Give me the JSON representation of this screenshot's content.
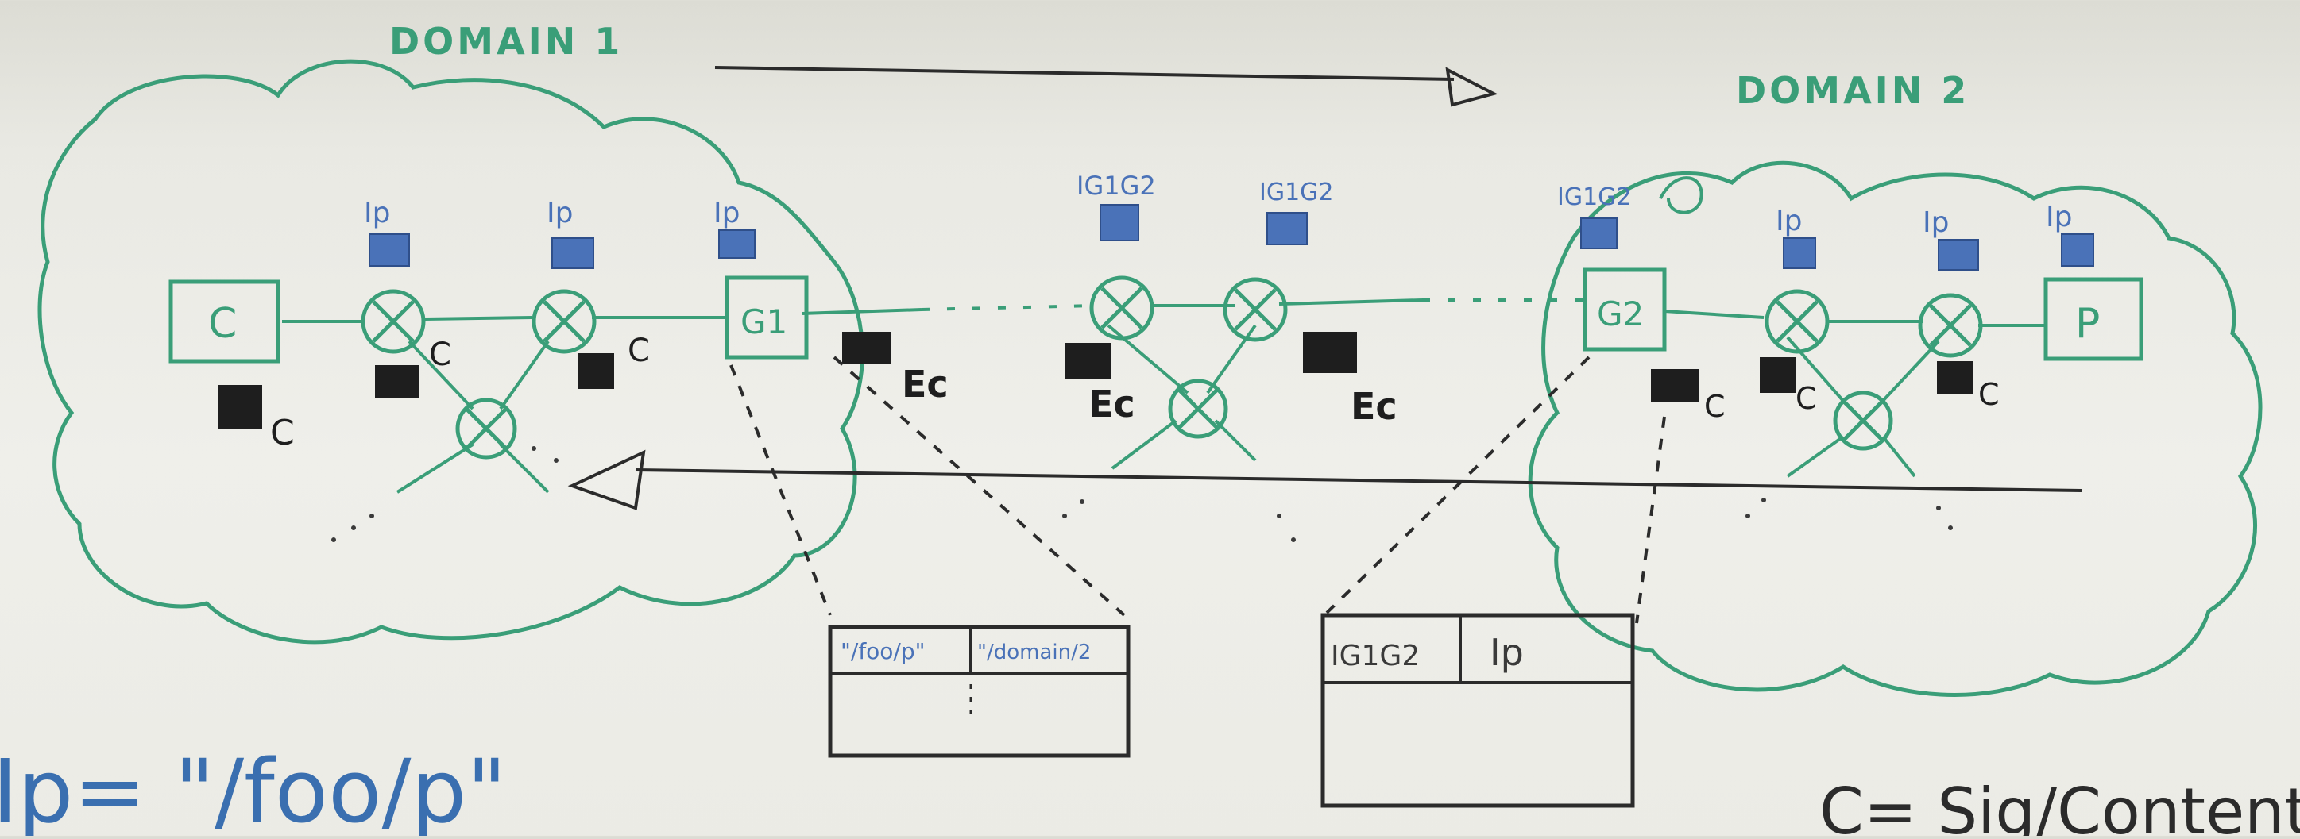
{
  "domains": {
    "left": "DOMAIN 1",
    "right": "DOMAIN 2"
  },
  "nodes": {
    "consumer": "C",
    "producer": "P",
    "gateway1": "G1",
    "gateway2": "G2"
  },
  "labels": {
    "ip": "Ip",
    "ig1g2": "IG1G2",
    "c": "C",
    "ec": "Ec"
  },
  "packet_left": {
    "field1": "\"/foo/p\"",
    "field2": "\"/domain/2"
  },
  "packet_right": {
    "field1": "IG1G2",
    "field2": "Ip"
  },
  "bottom": {
    "ip_def": "Ip= \"/foo/p\"",
    "c_def": "C= Sig/Content"
  },
  "colors": {
    "green": "#3a9e78",
    "blue": "#4a72b8",
    "black": "#1e1e1e"
  }
}
